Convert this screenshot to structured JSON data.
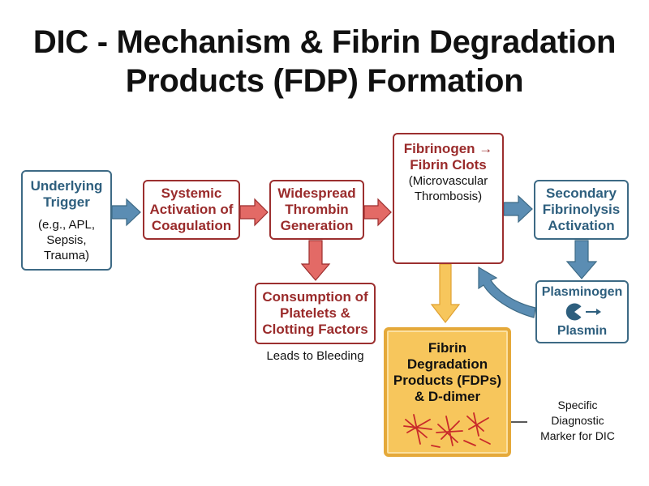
{
  "title": {
    "line1": "DIC - Mechanism & Fibrin Degradation",
    "line2": "Products (FDP) Formation"
  },
  "nodes": {
    "trigger": {
      "line1": "Underlying",
      "line2": "Trigger",
      "note1": "(e.g., APL,",
      "note2": "Sepsis,",
      "note3": "Trauma)"
    },
    "systemic": {
      "line1": "Systemic",
      "line2": "Activation of",
      "line3": "Coagulation"
    },
    "thrombin": {
      "line1": "Widespread",
      "line2": "Thrombin",
      "line3": "Generation"
    },
    "fibrin": {
      "line1": "Fibrinogen →",
      "line2": "Fibrin Clots",
      "note1": "(Microvascular",
      "note2": "Thrombosis)"
    },
    "secondary": {
      "line1": "Secondary",
      "line2": "Fibrinolysis",
      "line3": "Activation"
    },
    "plasmin": {
      "line1": "Plasminogen",
      "line2": "Plasmin"
    },
    "consumption": {
      "line1": "Consumption of",
      "line2": "Platelets &",
      "line3": "Clotting Factors"
    },
    "fdp": {
      "line1": "Fibrin",
      "line2": "Degradation",
      "line3": "Products (FDPs)",
      "line4": "& D-dimer"
    }
  },
  "labels": {
    "bleeding": "Leads to Bleeding",
    "marker1": "Specific",
    "marker2": "Diagnostic",
    "marker3": "Marker for DIC"
  },
  "colors": {
    "blue_border": "#3d6a85",
    "blue_text": "#2e5f7e",
    "blue_arrow": "#5b8db3",
    "red_border": "#9c2f2f",
    "red_text": "#9a2b2b",
    "red_arrow": "#e36a66",
    "gold_fill": "#f7c65c",
    "gold_border": "#e5a93a",
    "fiber": "#c92a2a"
  }
}
